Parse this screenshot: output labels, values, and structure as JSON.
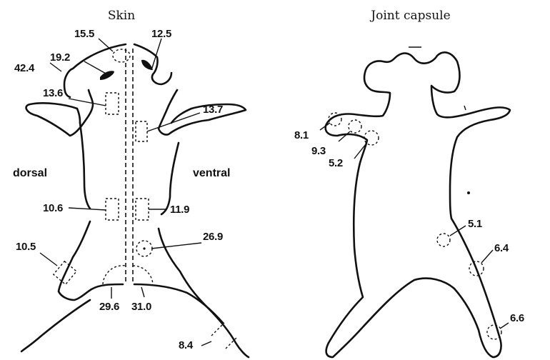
{
  "panels": {
    "skin": {
      "title": "Skin",
      "dorsal_label": "dorsal",
      "ventral_label": "ventral",
      "values": [
        "15.5",
        "19.2",
        "42.4",
        "13.6",
        "10.6",
        "10.5",
        "29.6",
        "12.5",
        "13.7",
        "11.9",
        "26.9",
        "31.0",
        "8.4"
      ]
    },
    "joint": {
      "title": "Joint capsule",
      "values": [
        "8.1",
        "9.3",
        "5.2",
        "5.1",
        "6.4",
        "6.6"
      ]
    }
  },
  "colors": {
    "ink": "#111111",
    "background": "#ffffff"
  }
}
